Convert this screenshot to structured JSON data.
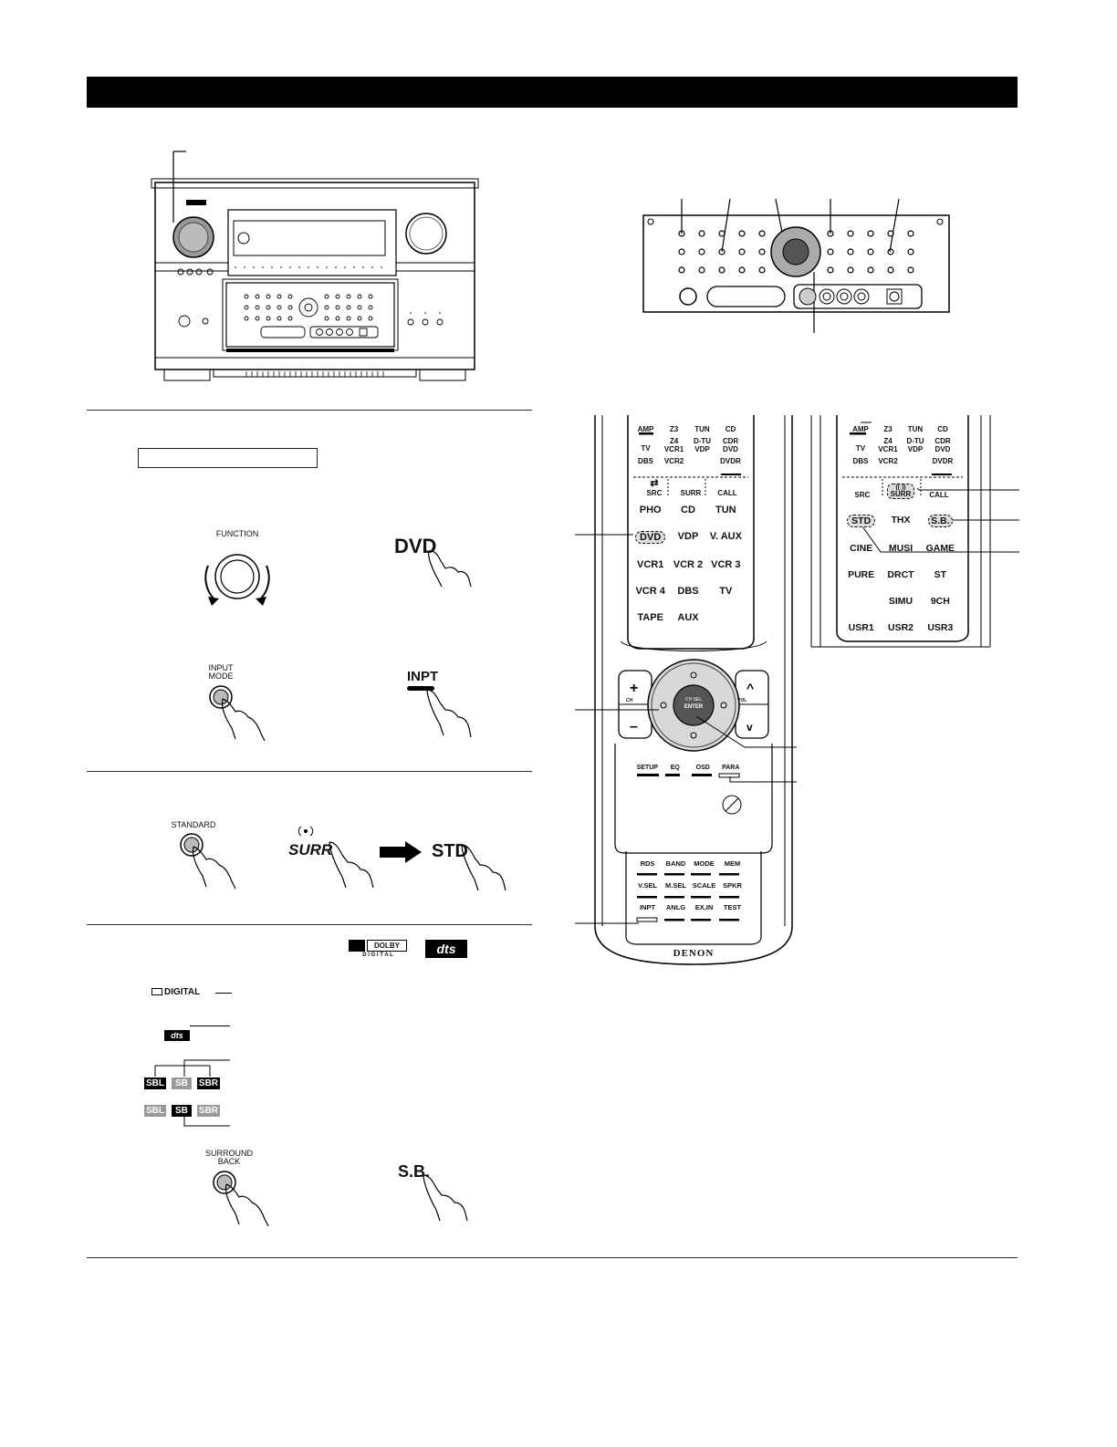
{
  "header": {
    "bar_color": "#000000"
  },
  "front_panel": {
    "labels": {
      "function_knob": "FUNCTION",
      "input_mode": "INPUT MODE",
      "standard": "STANDARD",
      "surround_back": "SURROUND BACK"
    }
  },
  "step1": {
    "function_label": "FUNCTION",
    "remote_dvd": "DVD",
    "input_mode_label": "INPUT\nMODE",
    "remote_inpt": "INPT"
  },
  "step2": {
    "standard_label": "STANDARD",
    "remote_surr": "SURR",
    "remote_std": "STD"
  },
  "step3": {
    "dolby_logo_text": "DOLBY",
    "dolby_digital_text": "D I G I T A L",
    "dts_logo": "dts",
    "legend_dolby_digital": "DIGITAL",
    "legend_dts": "dts",
    "sb_row1": [
      "SBL",
      "SB",
      "SBR"
    ],
    "sb_row2": [
      "SBL",
      "SB",
      "SBR"
    ],
    "surround_back_label": "SURROUND\nBACK",
    "remote_sb": "S.B."
  },
  "remote_main": {
    "zone_rows": [
      [
        "AMP",
        "Z3",
        "TUN",
        "CD"
      ],
      [
        "TV",
        "Z4\nVCR1",
        "D-TU\nVDP",
        "CDR\nDVD"
      ],
      [
        "DBS",
        "VCR2",
        "",
        "DVDR"
      ]
    ],
    "mode_row": [
      "SRC",
      "SURR",
      "CALL"
    ],
    "source_rows": [
      [
        "PHO",
        "CD",
        "TUN"
      ],
      [
        "DVD",
        "VDP",
        "V. AUX"
      ],
      [
        "VCR1",
        "VCR 2",
        "VCR 3"
      ],
      [
        "VCR 4",
        "DBS",
        "TV"
      ],
      [
        "TAPE",
        "AUX"
      ]
    ],
    "ch_label": "CH",
    "vol_label": "VOL",
    "enter_label_1": "CH SEL",
    "enter_label_2": "ENTER",
    "func_row": [
      "SETUP",
      "EQ",
      "OSD",
      "PARA"
    ],
    "bottom_rows": [
      [
        "RDS",
        "BAND",
        "MODE",
        "MEM"
      ],
      [
        "V.SEL",
        "M.SEL",
        "SCALE",
        "SPKR"
      ],
      [
        "INPT",
        "ANLG",
        "EX.IN",
        "TEST"
      ]
    ],
    "brand": "DENON"
  },
  "remote_inset": {
    "zone_rows": [
      [
        "AMP",
        "Z3",
        "TUN",
        "CD"
      ],
      [
        "TV",
        "Z4\nVCR1",
        "D-TU\nVDP",
        "CDR\nDVD"
      ],
      [
        "DBS",
        "VCR2",
        "",
        "DVDR"
      ]
    ],
    "mode_row": [
      "SRC",
      "SURR",
      "CALL"
    ],
    "surround_rows": [
      [
        "STD",
        "THX",
        "S.B."
      ],
      [
        "CINE",
        "MUSI",
        "GAME"
      ],
      [
        "PURE",
        "DRCT",
        "ST"
      ],
      [
        "",
        "SIMU",
        "9CH"
      ],
      [
        "USR1",
        "USR2",
        "USR3"
      ]
    ]
  }
}
